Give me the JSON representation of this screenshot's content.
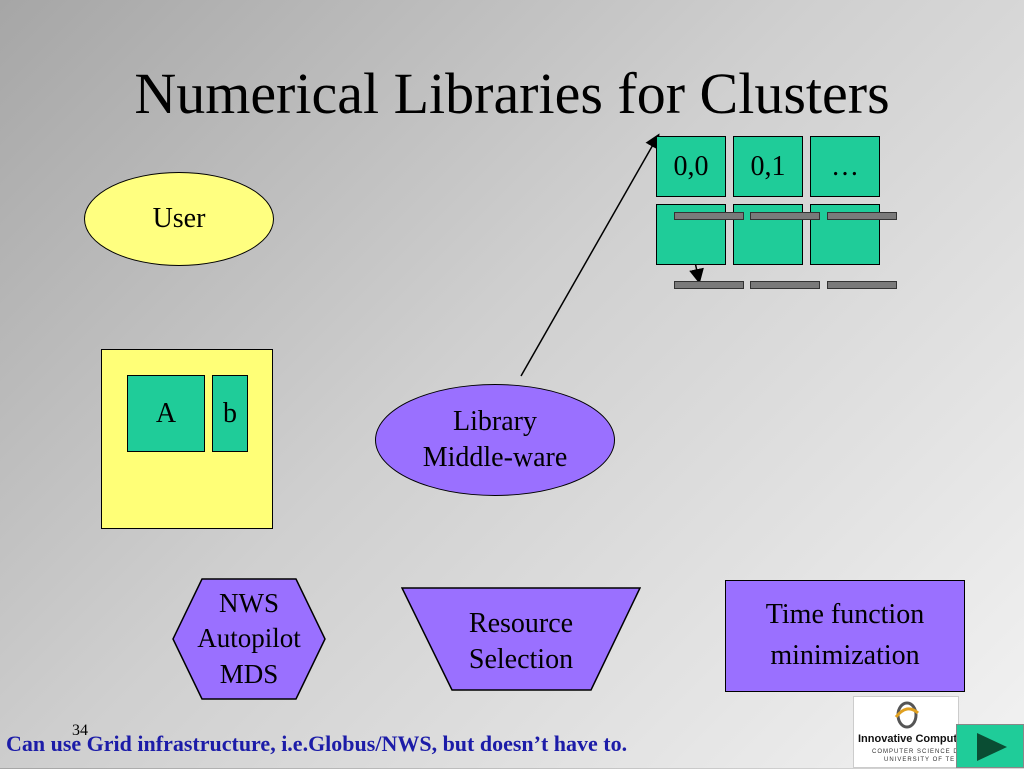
{
  "slide": {
    "title": "Numerical Libraries for Clusters",
    "user_label": "User",
    "matrix": {
      "a_label": "A",
      "b_label": "b"
    },
    "middleware": {
      "line1": "Library",
      "line2": "Middle-ware"
    },
    "processor_grid": {
      "cells": [
        "0,0",
        "0,1",
        "…"
      ]
    },
    "nws": {
      "line1": "NWS",
      "line2": "Autopilot",
      "line3": "MDS"
    },
    "resource": {
      "line1": "Resource",
      "line2": "Selection"
    },
    "time_fn": {
      "line1": "Time function",
      "line2": "minimization"
    },
    "footer": "Can use Grid infrastructure, i.e.Globus/NWS, but doesn’t have to.",
    "page_number": "34"
  },
  "logo": {
    "line1": "Innovative Computin",
    "line2": "COMPUTER SCIENCE D",
    "line3": "UNIVERSITY OF TE"
  },
  "colors": {
    "teal": "#1fcc99",
    "yellow": "#ffff80",
    "light_yellow": "#ffff77",
    "purple": "#9a70ff",
    "footer_blue": "#1c1ca8"
  },
  "icons": {
    "next": "play-triangle-icon",
    "logo": "swirl-logo-icon"
  }
}
